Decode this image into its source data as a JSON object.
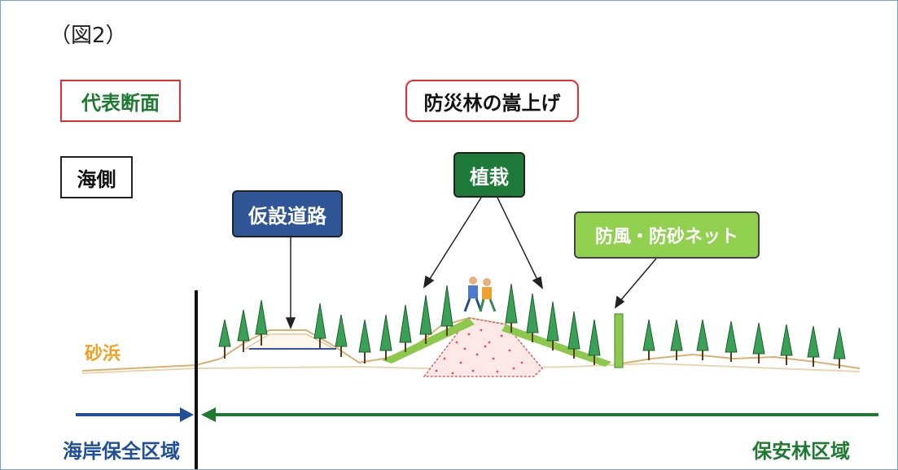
{
  "figure_label": "（図2）",
  "labels": {
    "representative_section": "代表断面",
    "raise_title": "防災林の嵩上げ",
    "sea_side": "海側",
    "temp_road": "仮設道路",
    "planting": "植栽",
    "wind_net": "防風・防砂ネット",
    "sand_beach": "砂浜",
    "coast_zone": "海岸保全区域",
    "forest_zone": "保安林区域"
  },
  "colors": {
    "frame_border": "#7aa0c8",
    "box_red_border": "#e03030",
    "road_blue": "#2f5597",
    "planting_green": "#1f7a3a",
    "net_light_green": "#92d050",
    "sand_orange": "#f0a020",
    "coast_arrow_blue": "#1f4e9a",
    "forest_arrow_green": "#1e7a30",
    "tree_green": "#3aa055"
  }
}
